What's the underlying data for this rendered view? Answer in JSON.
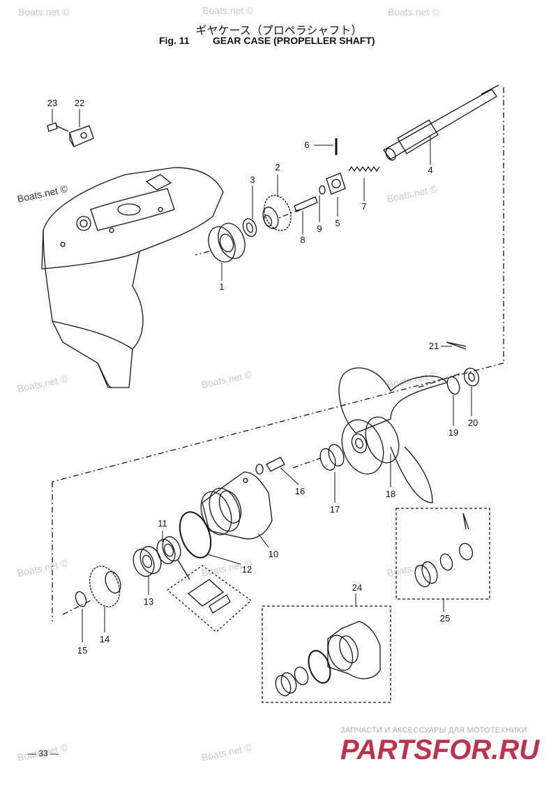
{
  "header": {
    "title_jp": "ギヤケース（プロペラシャフト）",
    "fig_label": "Fig. 11",
    "fig_title": "GEAR CASE (PROPELLER SHAFT)"
  },
  "watermark": "Boats.net ©",
  "page_number": "— 33 —",
  "logo": {
    "subtitle": "ЗАПЧАСТИ И АКСЕССУАРЫ ДЛЯ МОТОТЕХНИКИ",
    "main": "PARTSFOR.RU"
  },
  "callouts": [
    "1",
    "2",
    "3",
    "4",
    "5",
    "6",
    "7",
    "8",
    "9",
    "10",
    "11",
    "12",
    "13",
    "14",
    "15",
    "16",
    "17",
    "18",
    "19",
    "20",
    "21",
    "22",
    "23",
    "24",
    "25"
  ]
}
